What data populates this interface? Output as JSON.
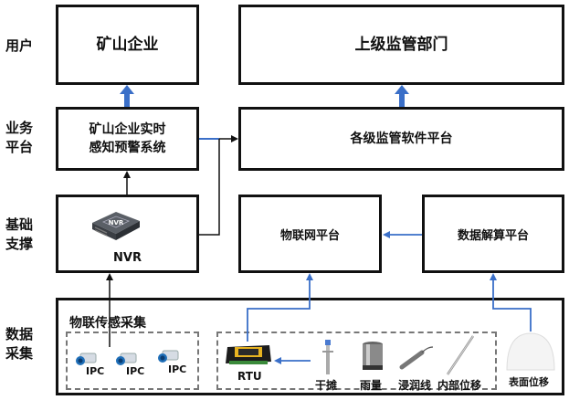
{
  "layers": {
    "user": "用户",
    "business_1": "业务",
    "business_2": "平台",
    "infra_1": "基础",
    "infra_2": "支撑",
    "collect_1": "数据",
    "collect_2": "采集"
  },
  "boxes": {
    "mine_enterprise": "矿山企业",
    "supervisor_dept": "上级监管部门",
    "warning_system_1": "矿山企业实时",
    "warning_system_2": "感知预警系统",
    "supervision_platform": "各级监管软件平台",
    "nvr": "NVR",
    "nvr_device_label": "NVR",
    "iot_platform": "物联网平台",
    "data_solver_platform": "数据解算平台",
    "iot_sensing": "物联传感采集"
  },
  "devices": {
    "ipc": [
      "IPC",
      "IPC",
      "IPC"
    ],
    "rtu": "RTU",
    "sensors": [
      "干摊",
      "雨量",
      "浸润线",
      "内部位移"
    ],
    "surface_displacement": "表面位移"
  },
  "colors": {
    "blue_arrow": "#3a6fc8",
    "black_line": "#111111",
    "dash": "#777777"
  }
}
